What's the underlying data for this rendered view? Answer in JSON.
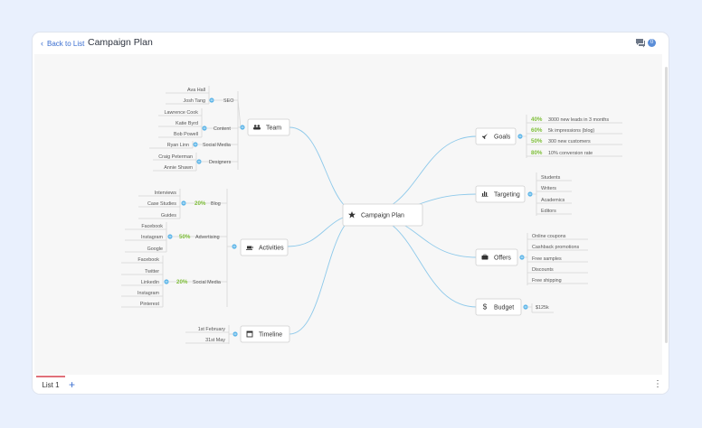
{
  "header": {
    "back_label": "Back to List",
    "title": "Campaign Plan",
    "comment_count": "0"
  },
  "footer": {
    "tab_label": "List 1",
    "add_symbol": "+",
    "more_symbol": "⋮"
  },
  "colors": {
    "line": "#8ec9ea",
    "toggle": "#5fb6e8",
    "accent": "#3b6fd1"
  },
  "center": {
    "label": "Campaign Plan",
    "icon": "star-icon"
  },
  "nodes": {
    "team": {
      "label": "Team",
      "icon": "people-icon"
    },
    "activities": {
      "label": "Activities",
      "icon": "coffee-icon"
    },
    "timeline": {
      "label": "Timeline",
      "icon": "calendar-icon"
    },
    "goals": {
      "label": "Goals",
      "icon": "rocket-icon"
    },
    "targeting": {
      "label": "Targeting",
      "icon": "chart-icon"
    },
    "offers": {
      "label": "Offers",
      "icon": "briefcase-icon"
    },
    "budget": {
      "label": "Budget",
      "icon": "dollar-icon"
    }
  },
  "team": {
    "seo": {
      "label": "SEO",
      "members": [
        "Ava Hall",
        "Josh Tang"
      ]
    },
    "content": {
      "label": "Content",
      "members": [
        "Lawrence Cook",
        "Katie Byrd",
        "Bob Powell"
      ]
    },
    "social": {
      "label": "Social Media",
      "members": [
        "Ryan Linn"
      ]
    },
    "designers": {
      "label": "Designers",
      "members": [
        "Craig Peterman",
        "Annie Shawn"
      ]
    }
  },
  "activities": {
    "blog": {
      "label": "Blog",
      "pct": "20%",
      "items": [
        "Interviews",
        "Case Studies",
        "Guides"
      ]
    },
    "advertising": {
      "label": "Advertising",
      "pct": "50%",
      "items": [
        "Facebook",
        "Instagram",
        "Google"
      ]
    },
    "social": {
      "label": "Social Media",
      "pct": "20%",
      "items": [
        "Facebook",
        "Twitter",
        "Linkedin",
        "Instagram",
        "Pinterest"
      ]
    }
  },
  "timeline": {
    "items": [
      "1st February",
      "31st May"
    ]
  },
  "goals": [
    {
      "pct": "40%",
      "label": "3000 new leads in 3 months"
    },
    {
      "pct": "60%",
      "label": "5k impressions (blog)"
    },
    {
      "pct": "50%",
      "label": "300 new customers"
    },
    {
      "pct": "80%",
      "label": "10% conversion rate"
    }
  ],
  "targeting": [
    "Students",
    "Writers",
    "Academics",
    "Editors"
  ],
  "offers": [
    "Online coupons",
    "Cashback promotions",
    "Free samples",
    "Discounts",
    "Free shipping"
  ],
  "budget": [
    "$125k"
  ]
}
